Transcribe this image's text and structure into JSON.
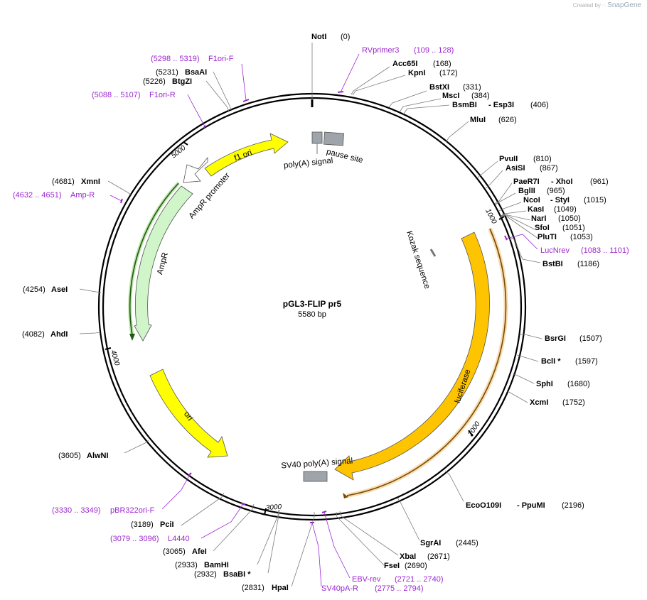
{
  "app": {
    "credit_text": "Created by",
    "credit_brand": "SnapGene"
  },
  "plasmid": {
    "name": "pGL3-FLIP pr5",
    "length_label": "5580 bp",
    "length": 5580
  },
  "ticks": [
    "1000",
    "2000",
    "3000",
    "4000",
    "5000"
  ],
  "sites": [
    {
      "name": "NotI",
      "pos": "(0)"
    },
    {
      "name": "Acc65I",
      "pos": "(168)"
    },
    {
      "name": "KpnI",
      "pos": "(172)"
    },
    {
      "name": "BstXI",
      "pos": "(331)"
    },
    {
      "name": "MscI",
      "pos": "(384)"
    },
    {
      "name": "BsmBI",
      "name2": "- Esp3I",
      "pos": "(406)"
    },
    {
      "name": "MluI",
      "pos": "(626)"
    },
    {
      "name": "PvuII",
      "pos": "(810)"
    },
    {
      "name": "AsiSI",
      "pos": "(867)"
    },
    {
      "name": "PaeR7I",
      "name2": "- XhoI",
      "pos": "(961)"
    },
    {
      "name": "BglII",
      "pos": "(965)"
    },
    {
      "name": "NcoI",
      "name2": "- StyI",
      "pos": "(1015)"
    },
    {
      "name": "KasI",
      "pos": "(1049)"
    },
    {
      "name": "NarI",
      "pos": "(1050)"
    },
    {
      "name": "SfoI",
      "pos": "(1051)"
    },
    {
      "name": "PluTI",
      "pos": "(1053)"
    },
    {
      "name": "BstBI",
      "pos": "(1186)"
    },
    {
      "name": "BsrGI",
      "pos": "(1507)"
    },
    {
      "name": "BclI *",
      "pos": "(1597)"
    },
    {
      "name": "SphI",
      "pos": "(1680)"
    },
    {
      "name": "XcmI",
      "pos": "(1752)"
    },
    {
      "name": "EcoO109I",
      "name2": "- PpuMI",
      "pos": "(2196)"
    },
    {
      "name": "SgrAI",
      "pos": "(2445)"
    },
    {
      "name": "XbaI",
      "pos": "(2671)"
    },
    {
      "name": "FseI",
      "pos": "(2690)"
    },
    {
      "name": "HpaI",
      "pos": "(2831)"
    },
    {
      "name": "BsaBI *",
      "pos": "(2932)"
    },
    {
      "name": "BamHI",
      "pos": "(2933)"
    },
    {
      "name": "AfeI",
      "pos": "(3065)"
    },
    {
      "name": "PciI",
      "pos": "(3189)"
    },
    {
      "name": "AlwNI",
      "pos": "(3605)"
    },
    {
      "name": "AhdI",
      "pos": "(4082)"
    },
    {
      "name": "AseI",
      "pos": "(4254)"
    },
    {
      "name": "XmnI",
      "pos": "(4681)"
    },
    {
      "name": "BtgZI",
      "pos": "(5226)"
    },
    {
      "name": "BsaAI",
      "pos": "(5231)"
    }
  ],
  "primers": [
    {
      "name": "RVprimer3",
      "range": "(109 .. 128)"
    },
    {
      "name": "LucNrev",
      "range": "(1083 .. 1101)"
    },
    {
      "name": "EBV-rev",
      "range": "(2721 .. 2740)"
    },
    {
      "name": "SV40pA-R",
      "range": "(2775 .. 2794)"
    },
    {
      "name": "L4440",
      "range": "(3079 .. 3096)"
    },
    {
      "name": "pBR322ori-F",
      "range": "(3330 .. 3349)"
    },
    {
      "name": "Amp-R",
      "range": "(4632 .. 4651)"
    },
    {
      "name": "F1ori-R",
      "range": "(5088 .. 5107)"
    },
    {
      "name": "F1ori-F",
      "range": "(5298 .. 5319)"
    }
  ],
  "features": [
    {
      "label": "luciferase",
      "start": 1080,
      "end": 2730,
      "color": "#ffc400"
    },
    {
      "label": "SV40 poly(A) signal",
      "start": 2750,
      "end": 2980,
      "color": "#9ea4aa"
    },
    {
      "label": "ori",
      "start": 3400,
      "end": 3990,
      "color": "#ffff00"
    },
    {
      "label": "AmpR",
      "start": 4150,
      "end": 4980,
      "color": "#cff5c8"
    },
    {
      "label": "AmpR promoter",
      "start": 4980,
      "end": 5080,
      "color": "#ffffff"
    },
    {
      "label": "f1 ori",
      "start": 5100,
      "end": 5540,
      "color": "#ffff00"
    },
    {
      "label": "poly(A) signal",
      "color": "#9ea4aa"
    },
    {
      "label": "pause site",
      "color": "#9ea4aa"
    },
    {
      "label": "Kozak sequence",
      "color": "#808080"
    }
  ],
  "colors": {
    "primer": "#9c27d0",
    "luciferase": "#ffc400",
    "ori": "#ffff00",
    "ampr": "#cff5c8",
    "orf_luc": "#e8a200",
    "orf_amp": "#3a9a1a"
  }
}
